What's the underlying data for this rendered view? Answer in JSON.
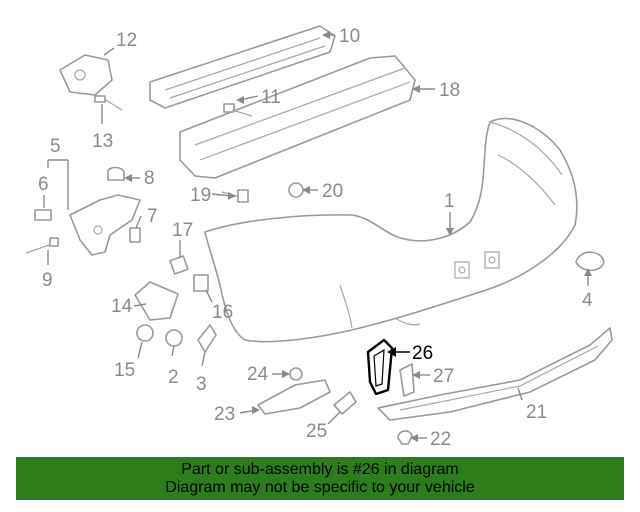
{
  "callouts": [
    {
      "id": "1",
      "text": "1"
    },
    {
      "id": "2",
      "text": "2"
    },
    {
      "id": "3",
      "text": "3"
    },
    {
      "id": "4",
      "text": "4"
    },
    {
      "id": "5",
      "text": "5"
    },
    {
      "id": "6",
      "text": "6"
    },
    {
      "id": "7",
      "text": "7"
    },
    {
      "id": "8",
      "text": "8"
    },
    {
      "id": "9",
      "text": "9"
    },
    {
      "id": "10",
      "text": "10"
    },
    {
      "id": "11",
      "text": "11"
    },
    {
      "id": "12",
      "text": "12"
    },
    {
      "id": "13",
      "text": "13"
    },
    {
      "id": "14",
      "text": "14"
    },
    {
      "id": "15",
      "text": "15"
    },
    {
      "id": "16",
      "text": "16"
    },
    {
      "id": "17",
      "text": "17"
    },
    {
      "id": "18",
      "text": "18"
    },
    {
      "id": "19",
      "text": "19"
    },
    {
      "id": "20",
      "text": "20"
    },
    {
      "id": "21",
      "text": "21"
    },
    {
      "id": "22",
      "text": "22"
    },
    {
      "id": "23",
      "text": "23"
    },
    {
      "id": "24",
      "text": "24"
    },
    {
      "id": "25",
      "text": "25"
    },
    {
      "id": "26",
      "text": "26"
    },
    {
      "id": "27",
      "text": "27"
    }
  ],
  "highlighted_part": "26",
  "colors": {
    "banner_background": "#2d7d1a",
    "highlight": "#000000",
    "diagram_lines": "#9a9a9a"
  },
  "banner": {
    "line1": "Part or sub-assembly is #26 in diagram",
    "line2": "Diagram may not be specific to your vehicle"
  }
}
